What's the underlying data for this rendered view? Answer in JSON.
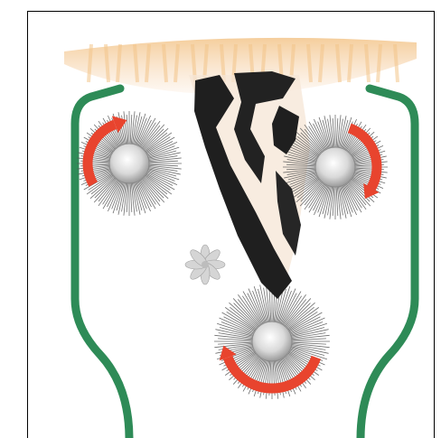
{
  "diagram": {
    "type": "illustration",
    "components": {
      "feed_stream": {
        "icon": "grain-spray-icon"
      },
      "guides": {
        "count": 2,
        "color": "#2e8b57"
      },
      "brushes": [
        {
          "id": "upper-left",
          "rotation_arrow": "red-arc-left"
        },
        {
          "id": "upper-right",
          "rotation_arrow": "red-arc-right"
        },
        {
          "id": "bottom",
          "rotation_arrow": "red-arc-bottom"
        }
      ],
      "conveyed_strip": {
        "icon": "black-white-strip-icon"
      },
      "small_fan": {
        "icon": "fan-icon"
      }
    },
    "colors": {
      "guide": "#2e8b57",
      "arrow": "#e8442e",
      "bristle": "#555555",
      "hub": "#d9d9d9",
      "feed_warm": "#f3c58a",
      "strip_dark": "#1f1f1f",
      "strip_light": "#f6e6d6"
    }
  }
}
